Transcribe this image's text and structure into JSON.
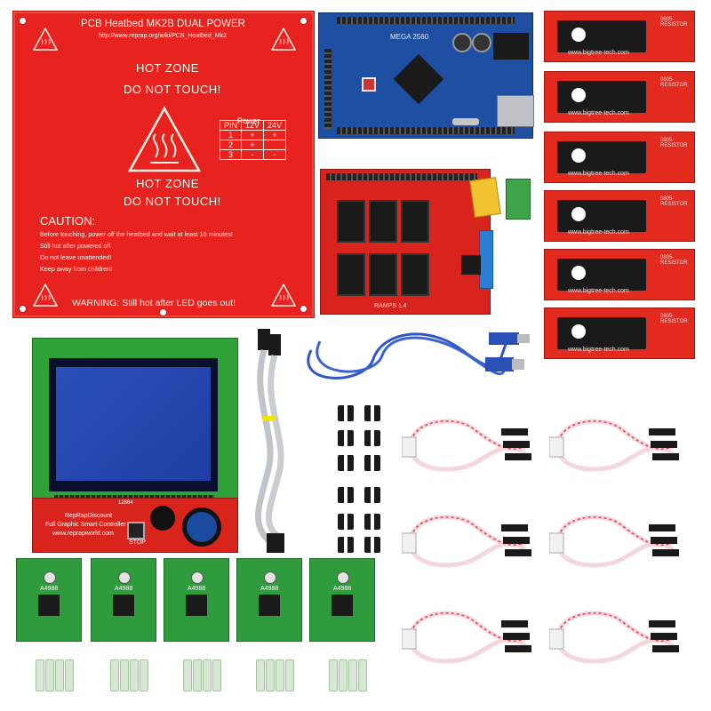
{
  "heatbed": {
    "title": "PCB Heatbed MK2B DUAL POWER",
    "url": "http://www.reprap.org/wiki/PCB_Heatbed_Mk2",
    "hot_zone_1": "HOT ZONE",
    "do_not_touch_1": "DO NOT TOUCH!",
    "hot_zone_2": "HOT ZONE",
    "do_not_touch_2": "DO NOT TOUCH!",
    "power_header": "Power",
    "power_table": {
      "pin_header": "PIN",
      "col_12v": "12V",
      "col_24v": "24V",
      "rows": [
        {
          "pin": "1",
          "v12": "+",
          "v24": "+"
        },
        {
          "pin": "2",
          "v12": "+",
          "v24": ""
        },
        {
          "pin": "3",
          "v12": "-",
          "v24": "-"
        }
      ]
    },
    "caution_title": "CAUTION:",
    "caution_lines": [
      "Before touching, power off the heatbed and wait at least 10 minutes!",
      "Still hot after powered off",
      "Do not leave unattended!",
      "Keep away from children!"
    ],
    "warning": "WARNING: Still hot after LED goes out!"
  },
  "mega": {
    "label": "MEGA 2560"
  },
  "ramps": {
    "label": "RAMPS 1.4"
  },
  "endstops": {
    "url": "www.bigtree-tech.com",
    "resistor_label": "0805-RESISTOR",
    "count": 6
  },
  "lcd": {
    "brand": "RepRapDiscount",
    "product": "Full Graphic Smart Controller",
    "site": "www.reprapworld.com",
    "stop_label": "STOP",
    "model": "12864"
  },
  "drivers": {
    "label": "A4988",
    "count": 5
  },
  "colors": {
    "heatbed_red": "#e8231f",
    "mega_blue": "#1f4fa3",
    "pcb_green": "#2e9b3c",
    "ramps_red": "#d8241d"
  }
}
